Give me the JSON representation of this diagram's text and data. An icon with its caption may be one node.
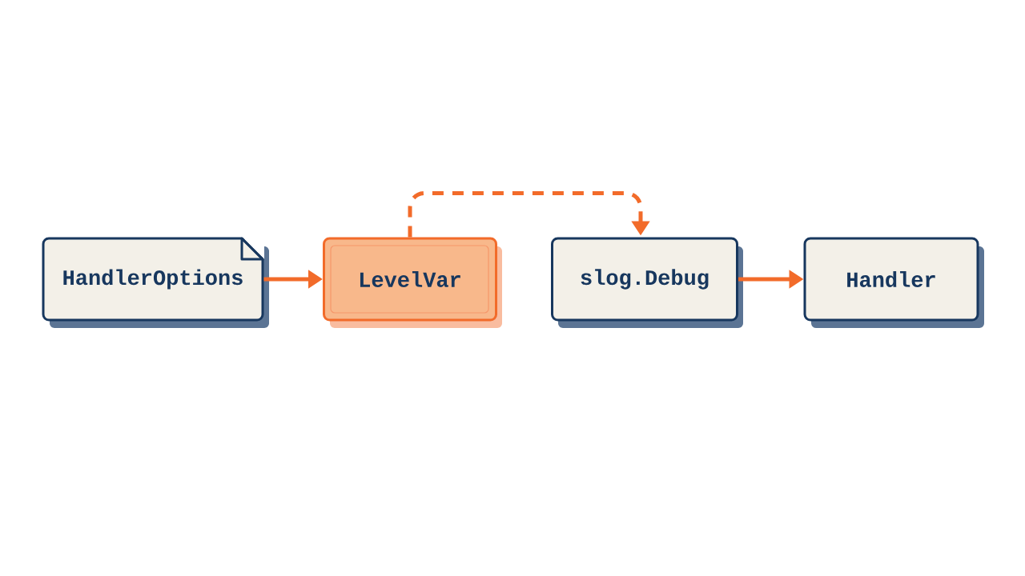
{
  "diagram": {
    "nodes": [
      {
        "text": [
          "HandlerOptions"
        ]
      },
      {
        "text": [
          "LevelVar"
        ]
      },
      {
        "text": [
          "slog.Debug"
        ]
      },
      {
        "text": [
          "Handler"
        ]
      }
    ],
    "edges": [
      {
        "from": 0,
        "to": 1,
        "arrow": "to"
      },
      {
        "from": 1,
        "to": 2,
        "arrow": "to",
        "style": "dashed"
      },
      {
        "from": 2,
        "to": 3,
        "arrow": "to"
      }
    ]
  }
}
